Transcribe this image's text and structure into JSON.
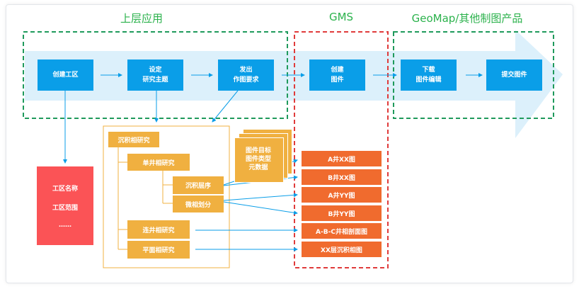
{
  "sections": {
    "upstream": "上层应用",
    "gms": "GMS",
    "downstream": "GeoMap/其他制图产品"
  },
  "flow": {
    "create_area": "创建工区",
    "set_topic": [
      "设定",
      "研究主题"
    ],
    "issue_request": [
      "发出",
      "作图要求"
    ],
    "create_map": [
      "创建",
      "图件"
    ],
    "download_edit": [
      "下载",
      "图件编辑"
    ],
    "submit_map": "提交图件"
  },
  "area_info": {
    "items": [
      "工区名称",
      "工区范围",
      "……"
    ]
  },
  "research": {
    "facies": "沉积相研究",
    "single_well": "单井相研究",
    "sequence": "沉积层序",
    "facies_division": "微相划分",
    "connected_well": "连井相研究",
    "plane": "平面相研究"
  },
  "map_meta": [
    "图件目标",
    "图件类型",
    "元数据"
  ],
  "outputs": [
    "A井XX图",
    "B井XX图",
    "A井YY图",
    "B井YY图",
    "A-B-C井相剖面图",
    "XX层沉积相图"
  ],
  "colors": {
    "blue": "#0a9ee8",
    "green_dash": "#1f9a5c",
    "red_dash": "#e03b3b",
    "orange": "#f06b2e",
    "yellow": "#f0b040",
    "red_box": "#fb5356",
    "arrow_band": "#dcf0fb"
  }
}
